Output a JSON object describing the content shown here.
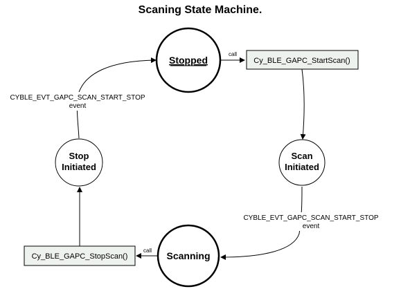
{
  "title": "Scaning State Machine.",
  "states": {
    "stopped": {
      "label": "Stopped"
    },
    "scan_initiated": {
      "line1": "Scan",
      "line2": "Initiated"
    },
    "scanning": {
      "label": "Scanning"
    },
    "stop_initiated": {
      "line1": "Stop",
      "line2": "Initiated"
    }
  },
  "actions": {
    "start_scan": "Cy_BLE_GAPC_StartScan()",
    "stop_scan": "Cy_BLE_GAPC_StopScan()"
  },
  "edge_labels": {
    "call_start": "call",
    "call_stop": "call",
    "event_right": {
      "line1": "CYBLE_EVT_GAPC_SCAN_START_STOP",
      "line2": "event"
    },
    "event_left": {
      "line1": "CYBLE_EVT_GAPC_SCAN_START_STOP",
      "line2": "event"
    }
  },
  "colors": {
    "action_box_fill": "#eef2ee",
    "stroke": "#000000"
  }
}
